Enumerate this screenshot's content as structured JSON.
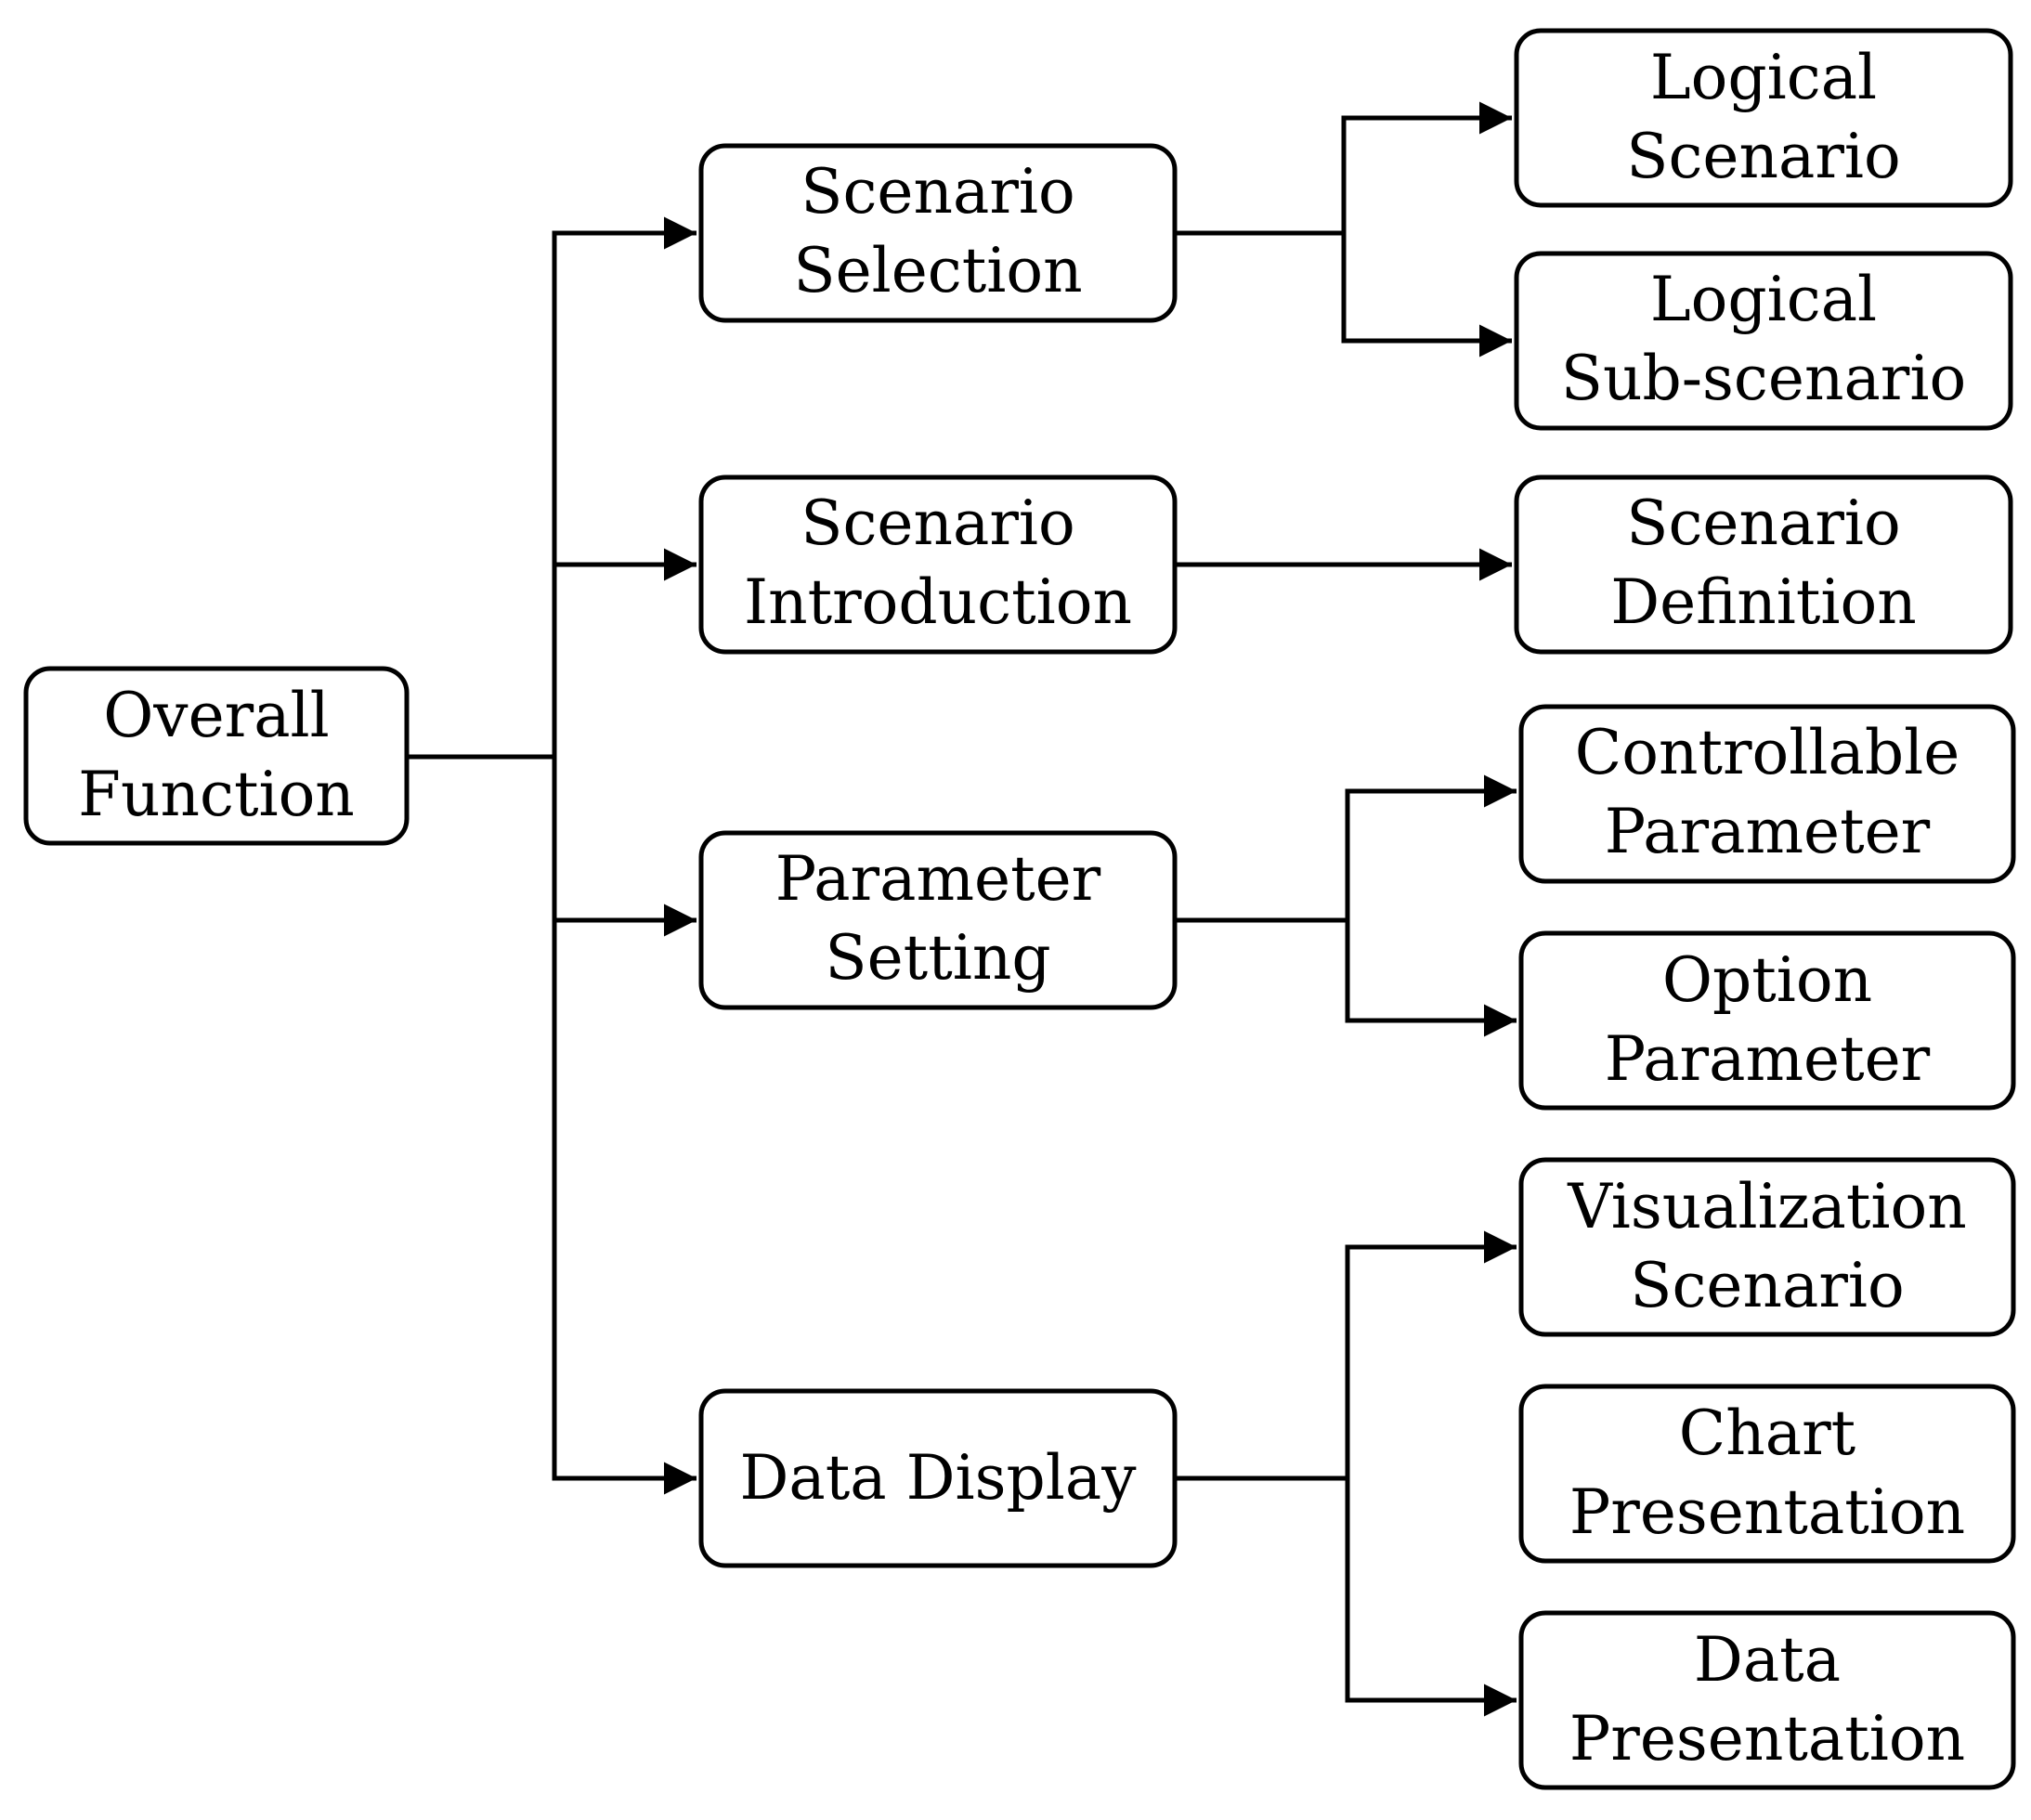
{
  "nodes": {
    "overall_function": {
      "line1": "Overall",
      "line2": "Function"
    },
    "scenario_selection": {
      "line1": "Scenario",
      "line2": "Selection"
    },
    "scenario_introduction": {
      "line1": "Scenario",
      "line2": "Introduction"
    },
    "parameter_setting": {
      "line1": "Parameter",
      "line2": "Setting"
    },
    "data_display": {
      "line1": "Data Display"
    },
    "logical_scenario": {
      "line1": "Logical",
      "line2": "Scenario"
    },
    "logical_sub_scenario": {
      "line1": "Logical",
      "line2": "Sub-scenario"
    },
    "scenario_definition": {
      "line1": "Scenario",
      "line2": "Definition"
    },
    "controllable_parameter": {
      "line1": "Controllable",
      "line2": "Parameter"
    },
    "option_parameter": {
      "line1": "Option",
      "line2": "Parameter"
    },
    "visualization_scenario": {
      "line1": "Visualization",
      "line2": "Scenario"
    },
    "chart_presentation": {
      "line1": "Chart",
      "line2": "Presentation"
    },
    "data_presentation": {
      "line1": "Data",
      "line2": "Presentation"
    }
  },
  "edges": [
    {
      "from": "overall_function",
      "to": "scenario_selection",
      "arrow": true
    },
    {
      "from": "overall_function",
      "to": "scenario_introduction",
      "arrow": true
    },
    {
      "from": "overall_function",
      "to": "parameter_setting",
      "arrow": true
    },
    {
      "from": "overall_function",
      "to": "data_display",
      "arrow": true
    },
    {
      "from": "scenario_selection",
      "to": "logical_scenario",
      "arrow": true
    },
    {
      "from": "scenario_selection",
      "to": "logical_sub_scenario",
      "arrow": true
    },
    {
      "from": "scenario_introduction",
      "to": "scenario_definition",
      "arrow": true
    },
    {
      "from": "parameter_setting",
      "to": "controllable_parameter",
      "arrow": true
    },
    {
      "from": "parameter_setting",
      "to": "option_parameter",
      "arrow": true
    },
    {
      "from": "data_display",
      "to": "visualization_scenario",
      "arrow": true
    },
    {
      "from": "data_display",
      "to": "data_presentation",
      "arrow": true
    }
  ],
  "colors": {
    "stroke": "#000000",
    "fill": "#ffffff",
    "text": "#000000"
  }
}
